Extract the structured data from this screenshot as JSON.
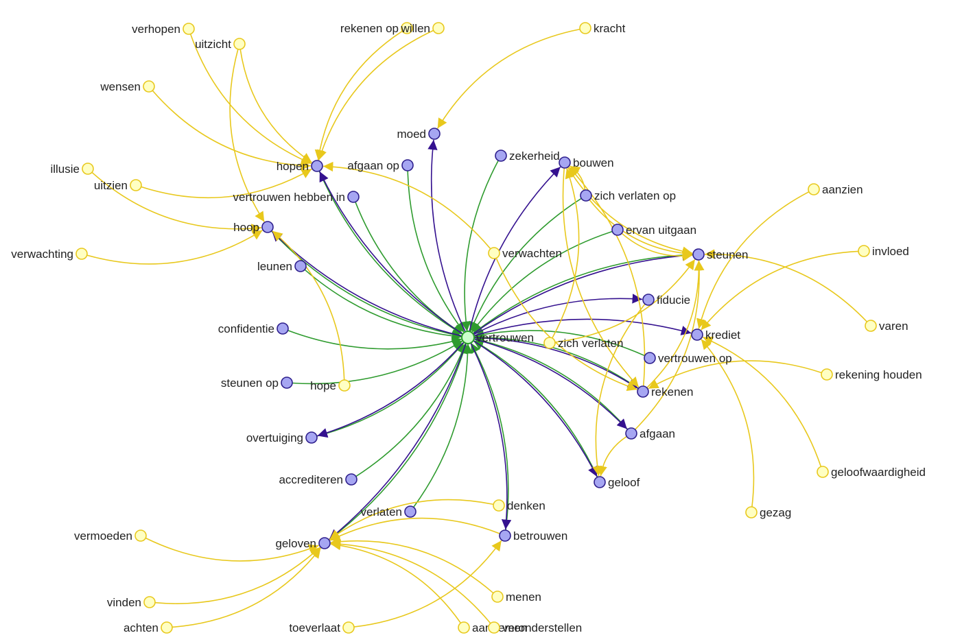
{
  "colors": {
    "center_edge": "#2e9b2e",
    "outgoing_edge": "#34118f",
    "yellow_edge": "#e8c81c",
    "purple_fill": "#a6a6f2",
    "yellow_fill": "#ffffc2",
    "center_fill": "#ccffcc"
  },
  "nodes": [
    {
      "id": "vertrouwen",
      "label": "vertrouwen",
      "kind": "center"
    },
    {
      "id": "hopen",
      "label": "hopen",
      "kind": "purple"
    },
    {
      "id": "hoop",
      "label": "hoop",
      "kind": "purple"
    },
    {
      "id": "moed",
      "label": "moed",
      "kind": "purple"
    },
    {
      "id": "afgaan_op",
      "label": "afgaan op",
      "kind": "purple"
    },
    {
      "id": "vertrouwen_hebben_in",
      "label": "vertrouwen hebben in",
      "kind": "purple"
    },
    {
      "id": "leunen",
      "label": "leunen",
      "kind": "purple"
    },
    {
      "id": "confidentie",
      "label": "confidentie",
      "kind": "purple"
    },
    {
      "id": "steunen_op",
      "label": "steunen op",
      "kind": "purple"
    },
    {
      "id": "overtuiging",
      "label": "overtuiging",
      "kind": "purple"
    },
    {
      "id": "accrediteren",
      "label": "accrediteren",
      "kind": "purple"
    },
    {
      "id": "verlaten",
      "label": "verlaten",
      "kind": "purple"
    },
    {
      "id": "geloven",
      "label": "geloven",
      "kind": "purple"
    },
    {
      "id": "betrouwen",
      "label": "betrouwen",
      "kind": "purple"
    },
    {
      "id": "zekerheid",
      "label": "zekerheid",
      "kind": "purple"
    },
    {
      "id": "bouwen",
      "label": "bouwen",
      "kind": "purple"
    },
    {
      "id": "zich_verlaten_op",
      "label": "zich verlaten op",
      "kind": "purple"
    },
    {
      "id": "ervan_uitgaan",
      "label": "ervan uitgaan",
      "kind": "purple"
    },
    {
      "id": "steunen",
      "label": "steunen",
      "kind": "purple"
    },
    {
      "id": "fiducie",
      "label": "fiducie",
      "kind": "purple"
    },
    {
      "id": "krediet",
      "label": "krediet",
      "kind": "purple"
    },
    {
      "id": "vertrouwen_op",
      "label": "vertrouwen op",
      "kind": "purple"
    },
    {
      "id": "rekenen",
      "label": "rekenen",
      "kind": "purple"
    },
    {
      "id": "afgaan",
      "label": "afgaan",
      "kind": "purple"
    },
    {
      "id": "geloof",
      "label": "geloof",
      "kind": "purple"
    },
    {
      "id": "verhopen",
      "label": "verhopen",
      "kind": "yellow"
    },
    {
      "id": "uitzicht",
      "label": "uitzicht",
      "kind": "yellow"
    },
    {
      "id": "rekenen_op",
      "label": "rekenen op",
      "kind": "yellow"
    },
    {
      "id": "willen",
      "label": "willen",
      "kind": "yellow"
    },
    {
      "id": "kracht",
      "label": "kracht",
      "kind": "yellow"
    },
    {
      "id": "wensen",
      "label": "wensen",
      "kind": "yellow"
    },
    {
      "id": "illusie",
      "label": "illusie",
      "kind": "yellow"
    },
    {
      "id": "uitzien",
      "label": "uitzien",
      "kind": "yellow"
    },
    {
      "id": "verwachting",
      "label": "verwachting",
      "kind": "yellow"
    },
    {
      "id": "verwachten",
      "label": "verwachten",
      "kind": "yellow"
    },
    {
      "id": "zich_verlaten",
      "label": "zich verlaten",
      "kind": "yellow"
    },
    {
      "id": "hope",
      "label": "hope",
      "kind": "yellow"
    },
    {
      "id": "aanzien",
      "label": "aanzien",
      "kind": "yellow"
    },
    {
      "id": "invloed",
      "label": "invloed",
      "kind": "yellow"
    },
    {
      "id": "varen",
      "label": "varen",
      "kind": "yellow"
    },
    {
      "id": "rekening_houden",
      "label": "rekening houden",
      "kind": "yellow"
    },
    {
      "id": "geloofwaardigheid",
      "label": "geloofwaardigheid",
      "kind": "yellow"
    },
    {
      "id": "gezag",
      "label": "gezag",
      "kind": "yellow"
    },
    {
      "id": "denken",
      "label": "denken",
      "kind": "yellow"
    },
    {
      "id": "vermoeden",
      "label": "vermoeden",
      "kind": "yellow"
    },
    {
      "id": "vinden",
      "label": "vinden",
      "kind": "yellow"
    },
    {
      "id": "achten",
      "label": "achten",
      "kind": "yellow"
    },
    {
      "id": "menen",
      "label": "menen",
      "kind": "yellow"
    },
    {
      "id": "toeverlaat",
      "label": "toeverlaat",
      "kind": "yellow"
    },
    {
      "id": "aannemen",
      "label": "aannemen",
      "kind": "yellow"
    },
    {
      "id": "veronderstellen",
      "label": "veronderstellen",
      "kind": "yellow"
    }
  ],
  "edges": [
    {
      "from": "hopen",
      "to": "vertrouwen",
      "type": "green"
    },
    {
      "from": "hoop",
      "to": "vertrouwen",
      "type": "green"
    },
    {
      "from": "afgaan_op",
      "to": "vertrouwen",
      "type": "green"
    },
    {
      "from": "vertrouwen_hebben_in",
      "to": "vertrouwen",
      "type": "green"
    },
    {
      "from": "leunen",
      "to": "vertrouwen",
      "type": "green"
    },
    {
      "from": "confidentie",
      "to": "vertrouwen",
      "type": "green"
    },
    {
      "from": "steunen_op",
      "to": "vertrouwen",
      "type": "green"
    },
    {
      "from": "overtuiging",
      "to": "vertrouwen",
      "type": "green"
    },
    {
      "from": "accrediteren",
      "to": "vertrouwen",
      "type": "green"
    },
    {
      "from": "verlaten",
      "to": "vertrouwen",
      "type": "green"
    },
    {
      "from": "geloven",
      "to": "vertrouwen",
      "type": "green"
    },
    {
      "from": "betrouwen",
      "to": "vertrouwen",
      "type": "green"
    },
    {
      "from": "zekerheid",
      "to": "vertrouwen",
      "type": "green"
    },
    {
      "from": "zich_verlaten_op",
      "to": "vertrouwen",
      "type": "green"
    },
    {
      "from": "ervan_uitgaan",
      "to": "vertrouwen",
      "type": "green"
    },
    {
      "from": "steunen",
      "to": "vertrouwen",
      "type": "green"
    },
    {
      "from": "vertrouwen_op",
      "to": "vertrouwen",
      "type": "green"
    },
    {
      "from": "rekenen",
      "to": "vertrouwen",
      "type": "green"
    },
    {
      "from": "afgaan",
      "to": "vertrouwen",
      "type": "green"
    },
    {
      "from": "geloof",
      "to": "vertrouwen",
      "type": "green"
    },
    {
      "from": "vertrouwen",
      "to": "moed",
      "type": "purple"
    },
    {
      "from": "vertrouwen",
      "to": "hopen",
      "type": "purple"
    },
    {
      "from": "vertrouwen",
      "to": "hoop",
      "type": "purple"
    },
    {
      "from": "vertrouwen",
      "to": "bouwen",
      "type": "purple"
    },
    {
      "from": "vertrouwen",
      "to": "steunen",
      "type": "purple"
    },
    {
      "from": "vertrouwen",
      "to": "fiducie",
      "type": "purple"
    },
    {
      "from": "vertrouwen",
      "to": "krediet",
      "type": "purple"
    },
    {
      "from": "vertrouwen",
      "to": "rekenen",
      "type": "purple"
    },
    {
      "from": "vertrouwen",
      "to": "afgaan",
      "type": "purple"
    },
    {
      "from": "vertrouwen",
      "to": "geloof",
      "type": "purple"
    },
    {
      "from": "vertrouwen",
      "to": "betrouwen",
      "type": "purple"
    },
    {
      "from": "vertrouwen",
      "to": "geloven",
      "type": "purple"
    },
    {
      "from": "vertrouwen",
      "to": "overtuiging",
      "type": "purple"
    },
    {
      "from": "verhopen",
      "to": "hopen",
      "type": "yellow"
    },
    {
      "from": "uitzicht",
      "to": "hopen",
      "type": "yellow"
    },
    {
      "from": "uitzicht",
      "to": "hoop",
      "type": "yellow"
    },
    {
      "from": "rekenen_op",
      "to": "hopen",
      "type": "yellow"
    },
    {
      "from": "willen",
      "to": "hopen",
      "type": "yellow"
    },
    {
      "from": "wensen",
      "to": "hopen",
      "type": "yellow"
    },
    {
      "from": "illusie",
      "to": "hoop",
      "type": "yellow"
    },
    {
      "from": "uitzien",
      "to": "hopen",
      "type": "yellow"
    },
    {
      "from": "verwachting",
      "to": "hoop",
      "type": "yellow"
    },
    {
      "from": "verwachten",
      "to": "hopen",
      "type": "yellow"
    },
    {
      "from": "verwachten",
      "to": "rekenen",
      "type": "yellow"
    },
    {
      "from": "hope",
      "to": "hoop",
      "type": "yellow"
    },
    {
      "from": "kracht",
      "to": "moed",
      "type": "yellow"
    },
    {
      "from": "zich_verlaten",
      "to": "bouwen",
      "type": "yellow"
    },
    {
      "from": "zich_verlaten",
      "to": "steunen",
      "type": "yellow"
    },
    {
      "from": "zich_verlaten_op",
      "to": "bouwen",
      "type": "yellow"
    },
    {
      "from": "zich_verlaten_op",
      "to": "steunen",
      "type": "yellow"
    },
    {
      "from": "ervan_uitgaan",
      "to": "steunen",
      "type": "yellow"
    },
    {
      "from": "rekenen",
      "to": "bouwen",
      "type": "yellow"
    },
    {
      "from": "bouwen",
      "to": "steunen",
      "type": "yellow"
    },
    {
      "from": "bouwen",
      "to": "rekenen",
      "type": "yellow"
    },
    {
      "from": "afgaan",
      "to": "steunen",
      "type": "yellow"
    },
    {
      "from": "afgaan",
      "to": "geloof",
      "type": "yellow"
    },
    {
      "from": "rekenen",
      "to": "steunen",
      "type": "yellow"
    },
    {
      "from": "fiducie",
      "to": "geloof",
      "type": "yellow"
    },
    {
      "from": "aanzien",
      "to": "krediet",
      "type": "yellow"
    },
    {
      "from": "invloed",
      "to": "krediet",
      "type": "yellow"
    },
    {
      "from": "varen",
      "to": "steunen",
      "type": "yellow"
    },
    {
      "from": "rekening_houden",
      "to": "rekenen",
      "type": "yellow"
    },
    {
      "from": "geloofwaardigheid",
      "to": "krediet",
      "type": "yellow"
    },
    {
      "from": "gezag",
      "to": "krediet",
      "type": "yellow"
    },
    {
      "from": "denken",
      "to": "geloven",
      "type": "yellow"
    },
    {
      "from": "vermoeden",
      "to": "geloven",
      "type": "yellow"
    },
    {
      "from": "vinden",
      "to": "geloven",
      "type": "yellow"
    },
    {
      "from": "achten",
      "to": "geloven",
      "type": "yellow"
    },
    {
      "from": "menen",
      "to": "geloven",
      "type": "yellow"
    },
    {
      "from": "toeverlaat",
      "to": "betrouwen",
      "type": "yellow"
    },
    {
      "from": "aannemen",
      "to": "geloven",
      "type": "yellow"
    },
    {
      "from": "veronderstellen",
      "to": "geloven",
      "type": "yellow"
    },
    {
      "from": "betrouwen",
      "to": "geloven",
      "type": "yellow"
    }
  ]
}
